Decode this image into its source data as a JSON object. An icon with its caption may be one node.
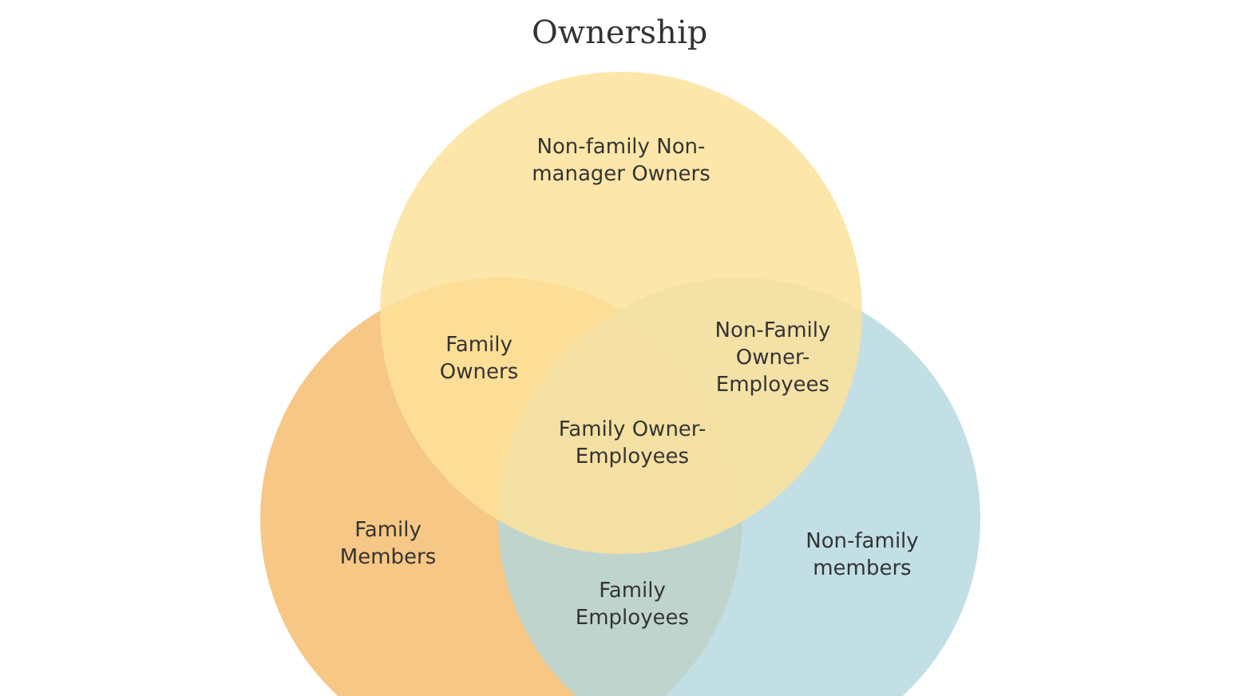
{
  "diagram": {
    "title": "Ownership",
    "nodes": [
      {
        "text": [
          "Non-family Non-manager Owners"
        ]
      },
      {
        "text": [
          "Family Members"
        ]
      },
      {
        "text": [
          "Non-family members"
        ]
      }
    ],
    "labels": [
      "Family Owners",
      "Non-Family Owner-Employees",
      "Family Owner-Employees",
      "Family Employees"
    ]
  }
}
